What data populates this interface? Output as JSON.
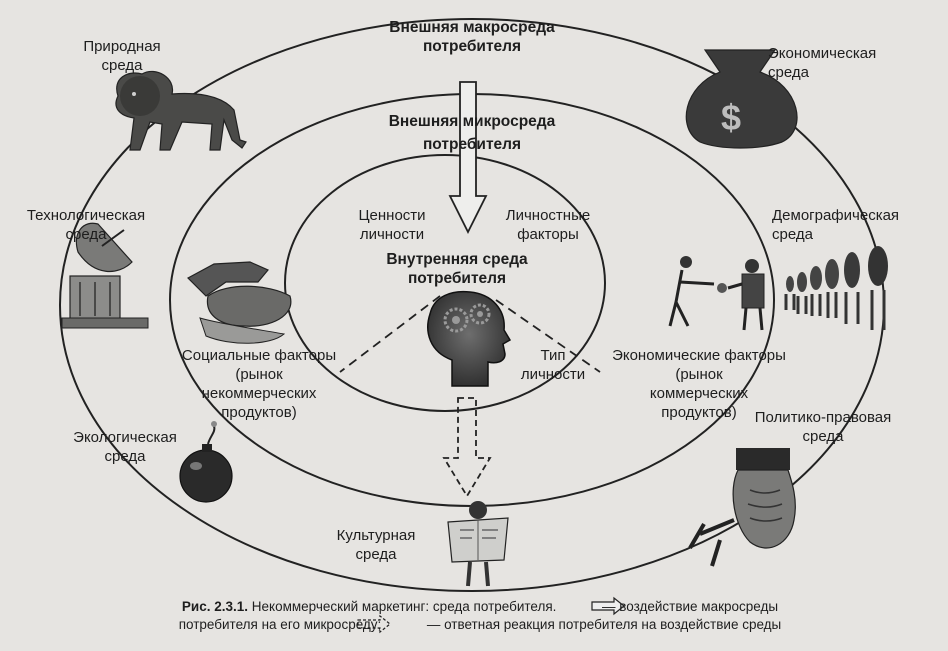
{
  "rings": {
    "macro_title_line1": "Внешняя макросреда",
    "macro_title_line2": "потребителя",
    "micro_title_line1": "Внешняя микросреда",
    "micro_title_line2": "потребителя",
    "inner_title_line1": "Внутренняя среда",
    "inner_title_line2": "потребителя"
  },
  "macro_factors": {
    "natural": [
      "Природная",
      "среда"
    ],
    "economic": [
      "Экономическая",
      "среда"
    ],
    "technological": [
      "Технологическая",
      "среда"
    ],
    "demographic": [
      "Демографическая",
      "среда"
    ],
    "ecological": [
      "Экологическая",
      "среда"
    ],
    "political": [
      "Политико-правовая",
      "среда"
    ],
    "cultural": [
      "Культурная",
      "среда"
    ]
  },
  "micro_factors": {
    "social": [
      "Социальные  факторы",
      "(рынок",
      "некоммерческих",
      "продуктов)"
    ],
    "economic": [
      "Экономические  факторы",
      "(рынок",
      "коммерческих",
      "продуктов)"
    ]
  },
  "inner_factors": {
    "values": [
      "Ценности",
      "личности"
    ],
    "personal": [
      "Личностные",
      "факторы"
    ],
    "personality_type": [
      "Тип",
      "личности"
    ]
  },
  "caption": {
    "fig_label": "Рис. 2.3.1.",
    "line1_text": "Некоммерческий маркетинг: среда потребителя.",
    "line1_tail": "— воздействие макросреды",
    "line2_text": "потребителя на его микросреду;",
    "line2_tail": "— ответная реакция потребителя на воздействие среды"
  }
}
